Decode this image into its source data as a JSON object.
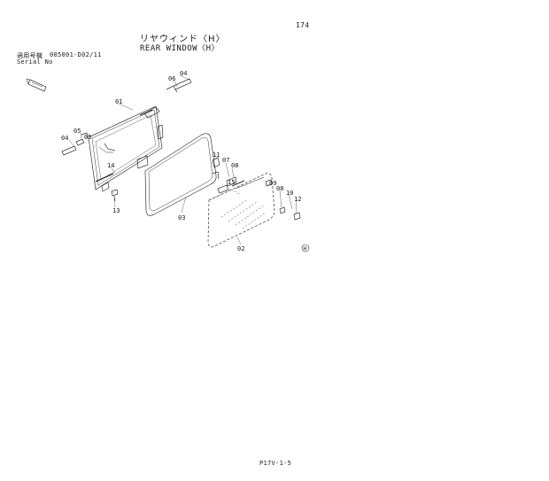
{
  "page": {
    "number": "174",
    "title_jp": "リヤウィンド〈H〉",
    "title_en": "REAR WINDOW〈H〉",
    "serial_label_jp": "適用号機",
    "serial_range": "005001-D02/11",
    "serial_label_en": "Serial No",
    "footer": "P17V-1-5"
  },
  "diagram": {
    "front_icon": "front-direction-icon",
    "callouts": {
      "c01": "01",
      "c02": "02",
      "c03": "03",
      "c04a": "04",
      "c04b": "04",
      "c05a": "05",
      "c05b": "05",
      "c06": "06",
      "c07": "07",
      "c08a": "08",
      "c08b": "08",
      "c09": "09",
      "c10": "10",
      "c11": "11",
      "c12": "12",
      "c13": "13",
      "c14": "14",
      "c15": "15"
    },
    "marker": "H"
  }
}
